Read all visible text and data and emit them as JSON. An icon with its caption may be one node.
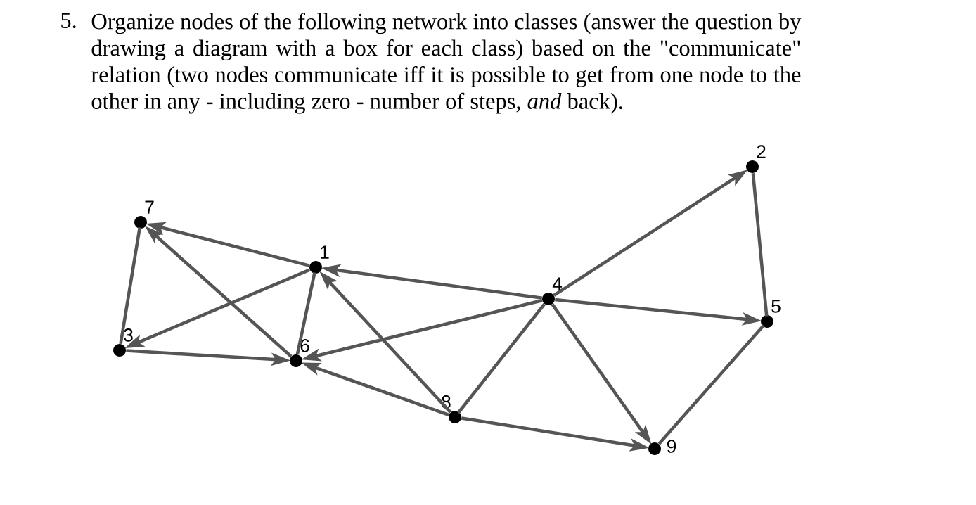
{
  "diagram": {
    "nodes": [
      {
        "text": [
          "1"
        ]
      },
      {
        "text": [
          "2"
        ]
      },
      {
        "text": [
          "3"
        ]
      },
      {
        "text": [
          "4"
        ]
      },
      {
        "text": [
          "5"
        ]
      },
      {
        "text": [
          "6"
        ]
      },
      {
        "text": [
          "7"
        ]
      },
      {
        "text": [
          "8"
        ]
      },
      {
        "text": [
          "9"
        ]
      }
    ],
    "edges": [
      {
        "from": 0,
        "to": 6,
        "arrow": "to"
      },
      {
        "from": 5,
        "to": 6,
        "arrow": "to"
      },
      {
        "from": 2,
        "to": 6,
        "arrow": "none"
      },
      {
        "from": 0,
        "to": 2,
        "arrow": "to"
      },
      {
        "from": 2,
        "to": 5,
        "arrow": "to"
      },
      {
        "from": 5,
        "to": 0,
        "arrow": "none"
      },
      {
        "from": 7,
        "to": 0,
        "arrow": "to"
      },
      {
        "from": 3,
        "to": 0,
        "arrow": "to"
      },
      {
        "from": 3,
        "to": 5,
        "arrow": "to"
      },
      {
        "from": 7,
        "to": 5,
        "arrow": "to"
      },
      {
        "from": 3,
        "to": 1,
        "arrow": "to"
      },
      {
        "from": 1,
        "to": 4,
        "arrow": "none"
      },
      {
        "from": 3,
        "to": 4,
        "arrow": "to"
      },
      {
        "from": 3,
        "to": 7,
        "arrow": "none"
      },
      {
        "from": 3,
        "to": 8,
        "arrow": "to"
      },
      {
        "from": 7,
        "to": 8,
        "arrow": "to"
      },
      {
        "from": 8,
        "to": 4,
        "arrow": "none"
      }
    ],
    "labels": [
      "5.",
      "Organize nodes of the following network into classes (answer the question by drawing a diagram with a box for each class) based on the \"communicate\" relation (two nodes communicate iff it is possible to get from one node to the other in any - including zero - number of steps, *and* back)."
    ]
  }
}
